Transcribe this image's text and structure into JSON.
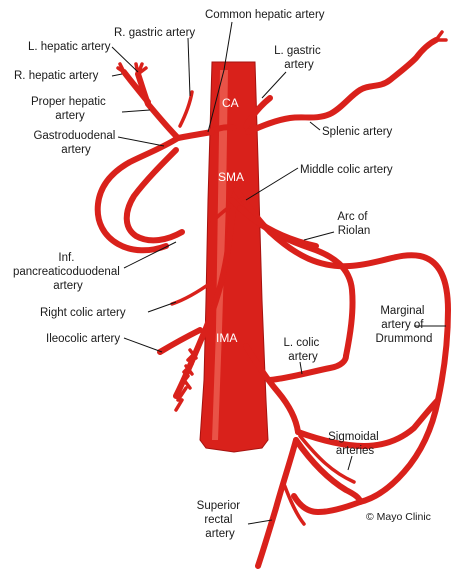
{
  "colors": {
    "artery": "#d9211b",
    "artery_dark": "#a5120f",
    "highlight": "#f06a5a",
    "label_text": "#1a1a1a",
    "inner_label_text": "#ffffff"
  },
  "labels": {
    "common_hepatic_artery": "Common hepatic artery",
    "r_gastric_artery": "R. gastric artery",
    "l_hepatic_artery": "L. hepatic artery",
    "l_gastric_artery": [
      "L. gastric",
      "artery"
    ],
    "r_hepatic_artery": "R. hepatic artery",
    "proper_hepatic_artery": [
      "Proper hepatic",
      "artery"
    ],
    "ca": "CA",
    "splenic_artery": "Splenic artery",
    "gastroduodenal_artery": [
      "Gastroduodenal",
      "artery"
    ],
    "sma": "SMA",
    "middle_colic_artery": "Middle colic artery",
    "arc_of_riolan": [
      "Arc of",
      "Riolan"
    ],
    "inf_pancreaticoduodenal_artery": [
      "Inf.",
      "pancreaticoduodenal",
      "artery"
    ],
    "right_colic_artery": "Right colic artery",
    "marginal_artery_of_drummond": [
      "Marginal",
      "artery of",
      "Drummond"
    ],
    "ileocolic_artery": "Ileocolic artery",
    "ima": "IMA",
    "l_colic_artery": [
      "L. colic",
      "artery"
    ],
    "sigmoidal_arteries": [
      "Sigmoidal",
      "arteries"
    ],
    "superior_rectal_artery": [
      "Superior",
      "rectal",
      "artery"
    ]
  },
  "copyright": "© Mayo Clinic"
}
